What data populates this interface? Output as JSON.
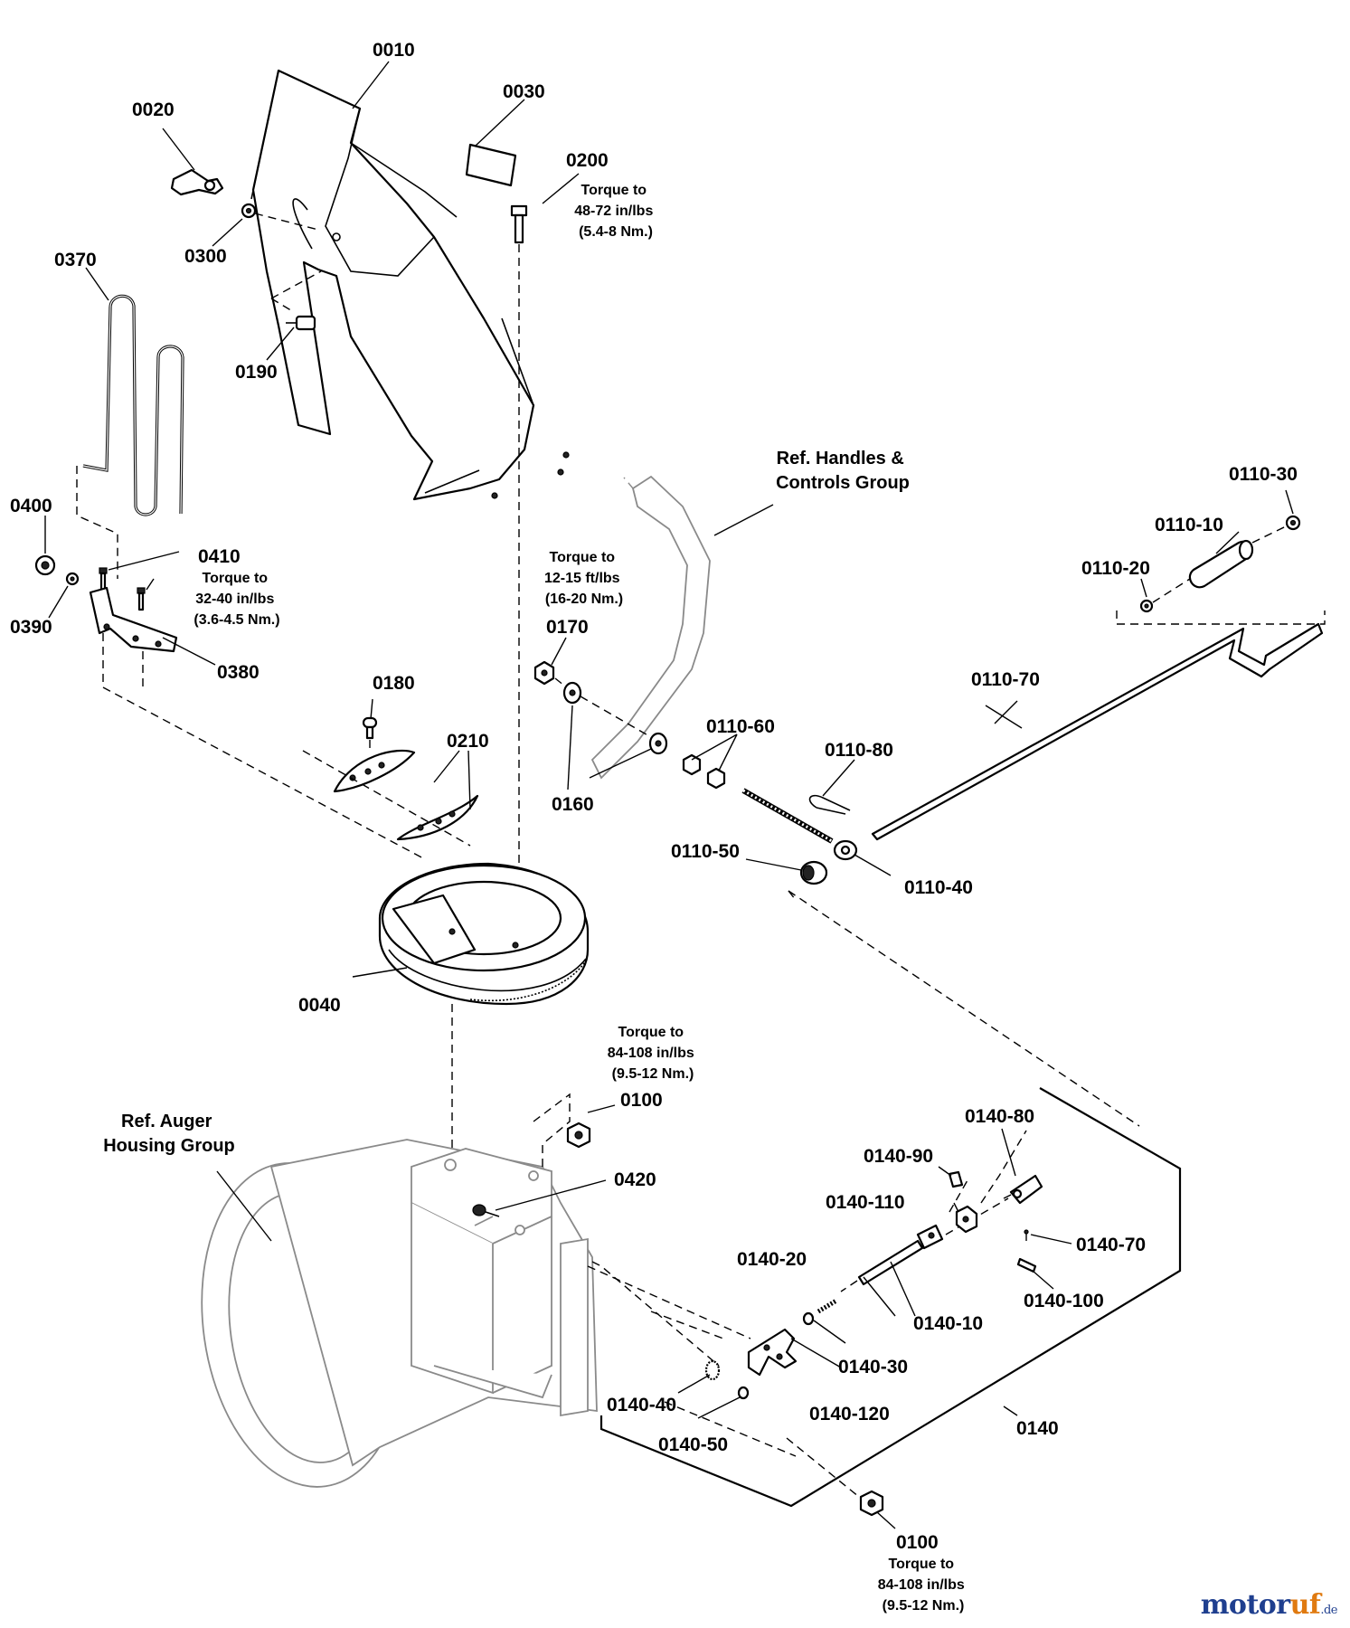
{
  "labels": {
    "p0010": "0010",
    "p0020": "0020",
    "p0030": "0030",
    "p0200": "0200",
    "p0300": "0300",
    "p0370": "0370",
    "p0190": "0190",
    "p0400": "0400",
    "p0410": "0410",
    "p0390": "0390",
    "p0380": "0380",
    "p0180": "0180",
    "p0210": "0210",
    "p0170": "0170",
    "p0160": "0160",
    "p0040": "0040",
    "p0100a": "0100",
    "p0420": "0420",
    "p0100b": "0100",
    "p0140": "0140",
    "p0110_30": "0110-30",
    "p0110_10": "0110-10",
    "p0110_20": "0110-20",
    "p0110_70": "0110-70",
    "p0110_60": "0110-60",
    "p0110_80": "0110-80",
    "p0110_50": "0110-50",
    "p0110_40": "0110-40",
    "p0140_80": "0140-80",
    "p0140_90": "0140-90",
    "p0140_110": "0140-110",
    "p0140_70": "0140-70",
    "p0140_20": "0140-20",
    "p0140_100": "0140-100",
    "p0140_10": "0140-10",
    "p0140_30": "0140-30",
    "p0140_40": "0140-40",
    "p0140_120": "0140-120",
    "p0140_50": "0140-50"
  },
  "notes": {
    "torque_0200": [
      "Torque to",
      "48-72 in/lbs",
      "(5.4-8 Nm.)"
    ],
    "torque_0410": [
      "Torque to",
      "32-40 in/lbs",
      "(3.6-4.5 Nm.)"
    ],
    "torque_0170": [
      "Torque to",
      "12-15 ft/lbs",
      "(16-20 Nm.)"
    ],
    "torque_0100a": [
      "Torque to",
      "84-108 in/lbs",
      "(9.5-12 Nm.)"
    ],
    "torque_0100b": [
      "Torque to",
      "84-108 in/lbs",
      "(9.5-12 Nm.)"
    ],
    "ref_handles": [
      "Ref. Handles &",
      "Controls Group"
    ],
    "ref_auger": [
      "Ref. Auger",
      "Housing Group"
    ]
  },
  "logo": {
    "main": "motor",
    "accent": "uf",
    "suffix": ".de"
  }
}
